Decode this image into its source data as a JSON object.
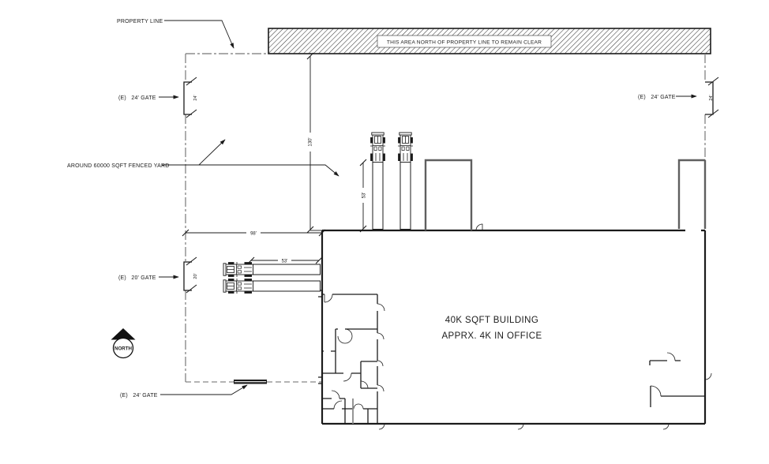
{
  "drawing_labels": {
    "property_line": "PROPERTY LINE",
    "keep_clear_note": "THIS AREA NORTH OF PROPERTY LINE TO REMAIN CLEAR",
    "fenced_yard": "AROUND 60000 SQFT FENCED YARD",
    "gate_24_left": "(E)   24' GATE",
    "gate_20_left": "(E)   20' GATE",
    "gate_24_bottom": "(E)   24' GATE",
    "gate_24_right": "(E)   24' GATE",
    "building_line1": "40K SQFT BUILDING",
    "building_line2": "APPRX. 4K IN OFFICE",
    "north_label": "NORTH"
  },
  "dimensions": {
    "yard_depth": "130'",
    "yard_width": "98'",
    "truck_stall_vertical": "53'",
    "truck_stall_horizontal": "53'",
    "gate_left_24": "24'",
    "gate_left_20": "20'",
    "gate_right_24": "24'"
  },
  "colors": {
    "line": "#1b1b1b",
    "fence": "#787878",
    "bay": "#5f5f5f",
    "background": "#ffffff"
  }
}
